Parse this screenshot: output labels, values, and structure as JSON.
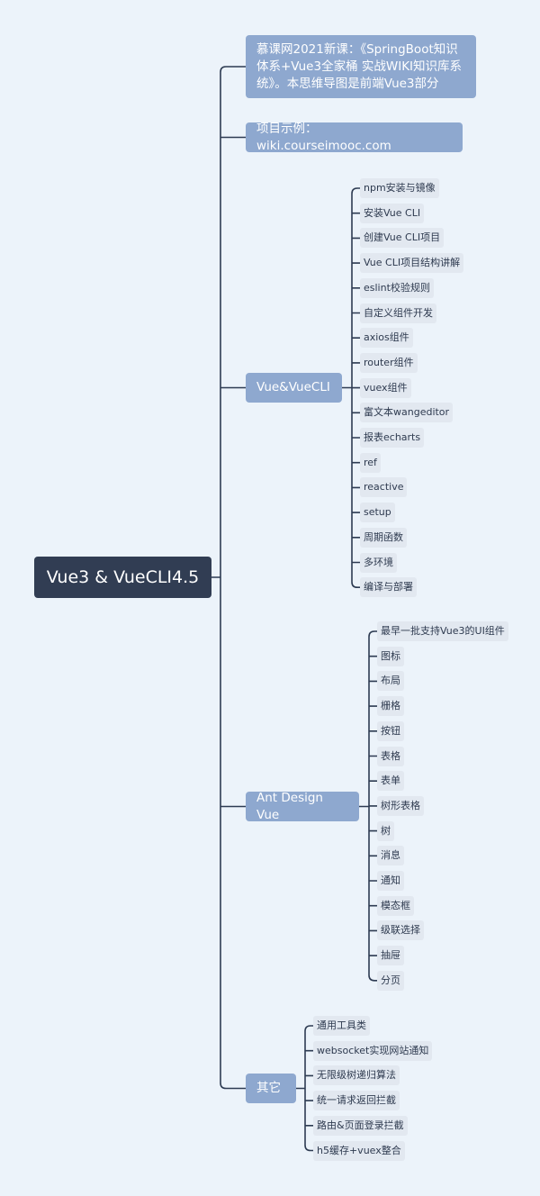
{
  "root": {
    "label": "Vue3 & VueCLI4.5"
  },
  "branches": [
    {
      "label": "慕课网2021新课：《SpringBoot知识\n体系+Vue3全家桶 实战WIKI知识库系\n统》。本思维导图是前端Vue3部分",
      "children": []
    },
    {
      "label": "项目示例：wiki.courseimooc.com",
      "children": []
    },
    {
      "label": "Vue&VueCLI",
      "children": [
        "npm安装与镜像",
        "安装Vue CLI",
        "创建Vue CLI项目",
        "Vue CLI项目结构讲解",
        "eslint校验规则",
        "自定义组件开发",
        "axios组件",
        "router组件",
        "vuex组件",
        "富文本wangeditor",
        "报表echarts",
        "ref",
        "reactive",
        "setup",
        "周期函数",
        "多环境",
        "编译与部署"
      ]
    },
    {
      "label": "Ant Design Vue",
      "children": [
        "最早一批支持Vue3的UI组件",
        "图标",
        "布局",
        "栅格",
        "按钮",
        "表格",
        "表单",
        "树形表格",
        "树",
        "消息",
        "通知",
        "模态框",
        "级联选择",
        "抽屉",
        "分页"
      ]
    },
    {
      "label": "其它",
      "children": [
        "通用工具类",
        "websocket实现网站通知",
        "无限级树递归算法",
        "统一请求返回拦截",
        "路由&页面登录拦截",
        "h5缓存+vuex整合"
      ]
    }
  ]
}
